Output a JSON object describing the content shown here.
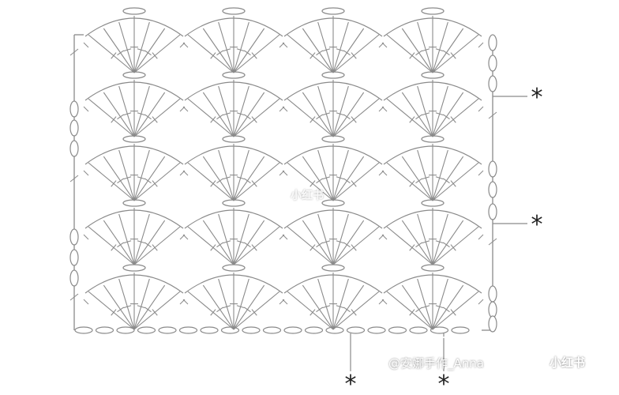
{
  "diagram": {
    "type": "crochet shell stitch chart",
    "stitch_color": "#8a8a8a",
    "marker_color": "#222222",
    "shells_per_row": 4,
    "shell_rows": 5,
    "stitches_per_shell": 7,
    "foundation_chain_count": 19,
    "repeat_marker": "*"
  },
  "watermarks": {
    "center": "小红书",
    "author": "@安娜手作_Anna",
    "brand": "小红书"
  }
}
